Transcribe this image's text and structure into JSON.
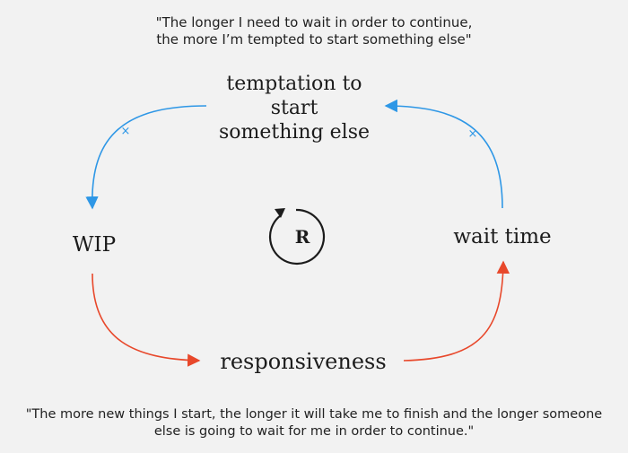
{
  "quotes": {
    "top": {
      "line1": "\"The longer I need to wait in order to continue,",
      "line2": "the more I’m tempted to start something else\""
    },
    "bottom": {
      "line1": "\"The more new things I start, the longer it will take me to finish and the longer someone",
      "line2": "else is going to wait for me in order to continue.\""
    }
  },
  "nodes": {
    "temptation": {
      "line1": "temptation to",
      "line2": "start",
      "line3": "something else"
    },
    "wip": "WIP",
    "wait_time": "wait time",
    "responsiveness": "responsiveness"
  },
  "loop": {
    "label": "R",
    "type": "reinforcing"
  },
  "links": [
    {
      "from": "WIP",
      "to": "responsiveness",
      "polarity": "opposite",
      "color": "#e8482b"
    },
    {
      "from": "responsiveness",
      "to": "wait time",
      "polarity": "opposite",
      "color": "#e8482b"
    },
    {
      "from": "wait time",
      "to": "temptation to start something else",
      "polarity": "same",
      "marker": "×",
      "color": "#2e97e6"
    },
    {
      "from": "temptation to start something else",
      "to": "WIP",
      "polarity": "same",
      "marker": "×",
      "color": "#2e97e6"
    }
  ],
  "colors": {
    "background": "#f2f2f2",
    "blue": "#2e97e6",
    "red": "#e8482b",
    "text": "#1c1c1c"
  }
}
